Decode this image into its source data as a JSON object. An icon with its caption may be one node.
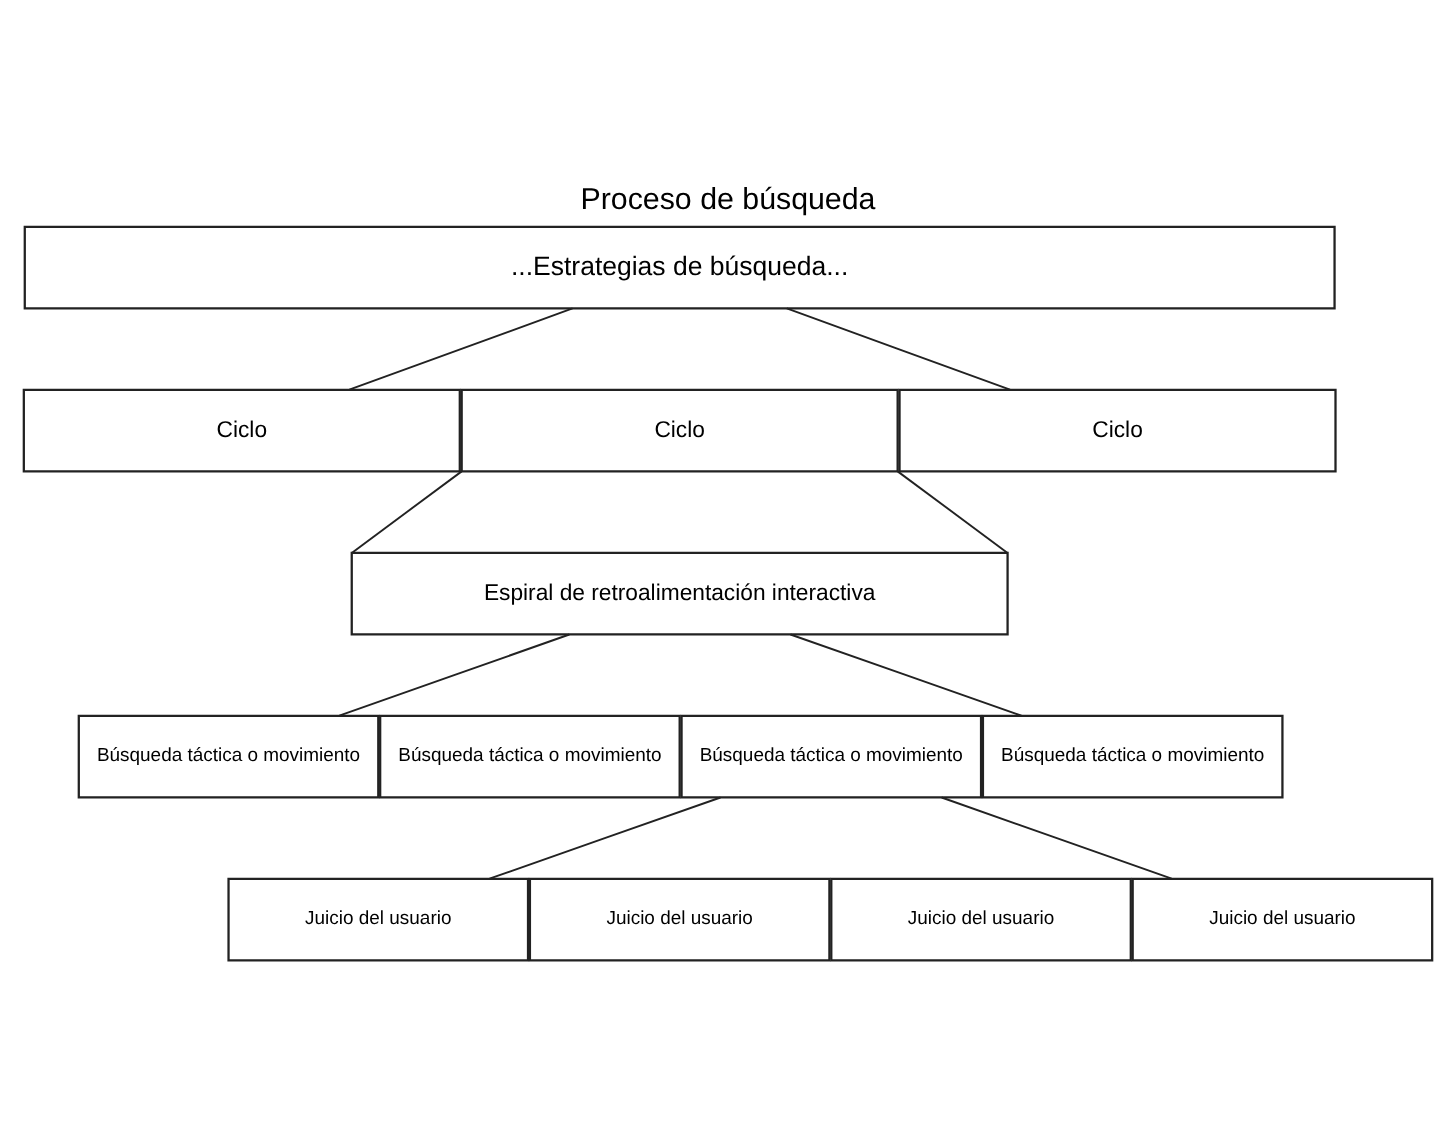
{
  "diagram": {
    "title": "Proceso de búsqueda",
    "nodes": [
      {
        "text": [
          "...Estrategias de búsqueda..."
        ]
      },
      {
        "text": [
          "Ciclo"
        ]
      },
      {
        "text": [
          "Ciclo"
        ]
      },
      {
        "text": [
          "Ciclo"
        ]
      },
      {
        "text": [
          "Espiral de retroalimentación interactiva"
        ]
      },
      {
        "text": [
          "Búsqueda táctica o movimiento"
        ]
      },
      {
        "text": [
          "Búsqueda táctica o movimiento"
        ]
      },
      {
        "text": [
          "Búsqueda táctica o movimiento"
        ]
      },
      {
        "text": [
          "Búsqueda táctica o movimiento"
        ]
      },
      {
        "text": [
          "Juicio del usuario"
        ]
      },
      {
        "text": [
          "Juicio del usuario"
        ]
      },
      {
        "text": [
          "Juicio del usuario"
        ]
      },
      {
        "text": [
          "Juicio del usuario"
        ]
      }
    ],
    "edges": [
      {
        "from": 0,
        "to": 1,
        "arrow": "none"
      },
      {
        "from": 0,
        "to": 3,
        "arrow": "none"
      },
      {
        "from": 2,
        "to": 4,
        "arrow": "none"
      },
      {
        "from": 2,
        "to": 4,
        "arrow": "none"
      },
      {
        "from": 4,
        "to": 5,
        "arrow": "none"
      },
      {
        "from": 4,
        "to": 8,
        "arrow": "none"
      },
      {
        "from": 7,
        "to": 9,
        "arrow": "none"
      },
      {
        "from": 7,
        "to": 12,
        "arrow": "none"
      }
    ]
  }
}
